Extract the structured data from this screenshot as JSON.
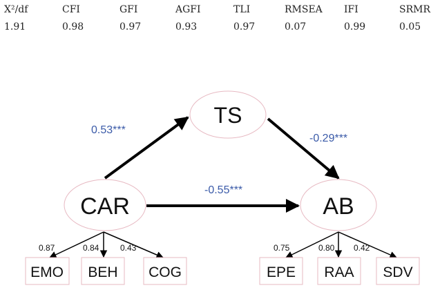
{
  "fit_indices": {
    "headers": [
      "X²/df",
      "CFI",
      "GFI",
      "AGFI",
      "TLI",
      "RMSEA",
      "IFI",
      "SRMR"
    ],
    "values": [
      "1.91",
      "0.98",
      "0.97",
      "0.93",
      "0.97",
      "0.07",
      "0.99",
      "0.05"
    ]
  },
  "nodes": {
    "ts": "TS",
    "car": "CAR",
    "ab": "AB"
  },
  "paths": {
    "car_ts": "0.53***",
    "ts_ab": "-0.29***",
    "car_ab": "-0.55***"
  },
  "car_indicators": [
    {
      "label": "EMO",
      "loading": "0.87"
    },
    {
      "label": "BEH",
      "loading": "0.84"
    },
    {
      "label": "COG",
      "loading": "0.43"
    }
  ],
  "ab_indicators": [
    {
      "label": "EPE",
      "loading": "0.75"
    },
    {
      "label": "RAA",
      "loading": "0.80"
    },
    {
      "label": "SDV",
      "loading": "0.42"
    }
  ],
  "colors": {
    "ellipse_stroke": "#e7b9c2",
    "box_stroke": "#e7b9c2",
    "coef": "#3a5aa8"
  }
}
